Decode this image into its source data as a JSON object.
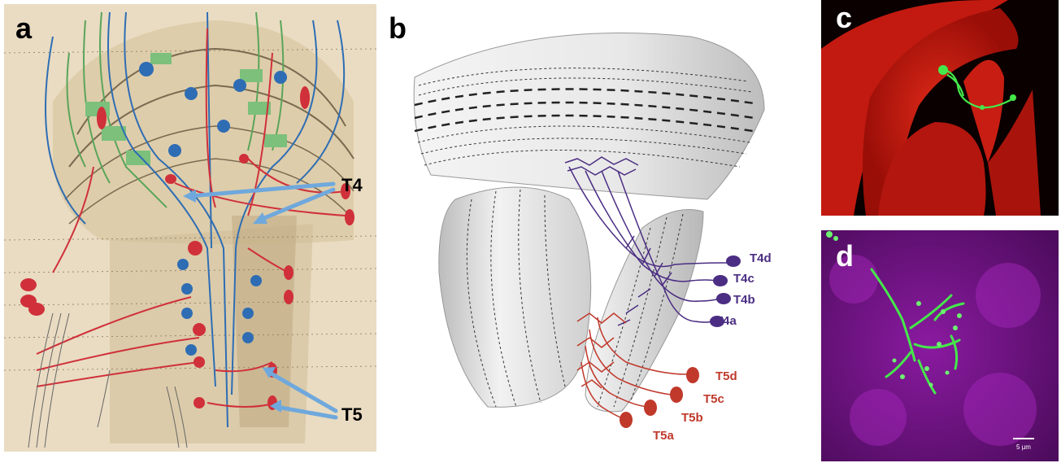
{
  "panels": {
    "a": {
      "letter": "a",
      "arrow_labels": {
        "t4": "T4",
        "t5": "T5"
      }
    },
    "b": {
      "letter": "b",
      "t4_labels": [
        "T4d",
        "T4c",
        "T4b",
        "T4a"
      ],
      "t5_labels": [
        "T5d",
        "T5c",
        "T5b",
        "T5a"
      ]
    },
    "c": {
      "letter": "c"
    },
    "d": {
      "letter": "d",
      "scale_bar": "5 µm"
    }
  },
  "colors": {
    "t4": "#4b2e83",
    "t5": "#c0392b",
    "arrow": "#6fa8dc",
    "blue_neuron": "#2e6db4",
    "green_neuron": "#5aa55a",
    "red_neuron": "#d0303a",
    "fluor_red": "#d01a10",
    "fluor_green": "#44e84a",
    "fluor_magenta": "#9a1fb0"
  }
}
